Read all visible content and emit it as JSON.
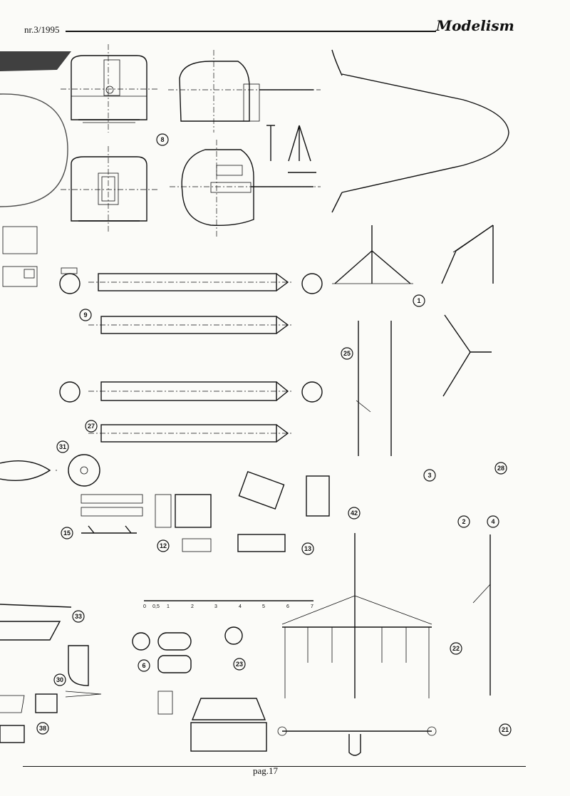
{
  "header": {
    "issue": "nr.3/1995",
    "magazine": "Modelism"
  },
  "footer": {
    "page": "pag.17"
  },
  "parts": [
    "8",
    "9",
    "27",
    "25",
    "1",
    "31",
    "15",
    "12",
    "13",
    "3",
    "28",
    "2",
    "4",
    "42",
    "33",
    "22",
    "30",
    "6",
    "23",
    "38",
    "21"
  ],
  "scale": {
    "ticks": [
      "0",
      "0,5",
      "1",
      "2",
      "3",
      "4",
      "5",
      "6",
      "7"
    ]
  }
}
